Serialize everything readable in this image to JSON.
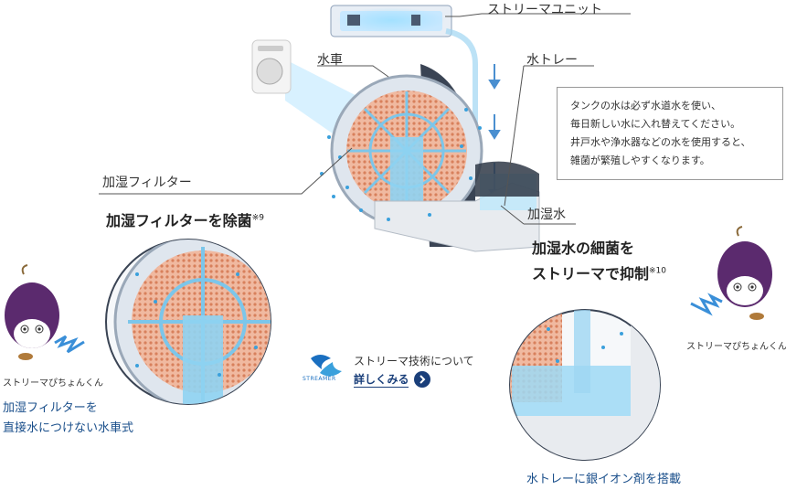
{
  "labels": {
    "streamer_unit": "ストリーマユニット",
    "water_wheel": "水車",
    "water_tray": "水トレー",
    "humid_filter": "加湿フィルター",
    "humid_water": "加湿水"
  },
  "headlines": {
    "filter_sterilize": "加湿フィルターを除菌",
    "filter_ref": "※9",
    "water_bacteria_line1": "加湿水の細菌を",
    "water_bacteria_line2": "ストリーマで抑制",
    "water_ref": "※10"
  },
  "note": {
    "lines": [
      "タンクの水は必ず水道水を使い、",
      "毎日新しい水に入れ替えてください。",
      "井戸水や浄水器などの水を使用すると、",
      "雑菌が繁殖しやすくなります。"
    ]
  },
  "left_caption": {
    "character": "ストリーマぴちょんくん",
    "line1": "加湿フィルターを",
    "line2": "直接水につけない水車式"
  },
  "right_caption": {
    "character": "ストリーマぴちょんくん",
    "tray": "水トレーに銀イオン剤を搭載"
  },
  "link": {
    "head": "ストリーマ技術について",
    "main": "詳しくみる",
    "logo_text": "STREAMER",
    "arrow_icon": "chevron-right-icon"
  },
  "colors": {
    "accent_blue": "#1a4f8b",
    "water_blue": "#4fb8e8",
    "filter_orange": "#e89a78",
    "character_purple": "#5b2a6e"
  }
}
